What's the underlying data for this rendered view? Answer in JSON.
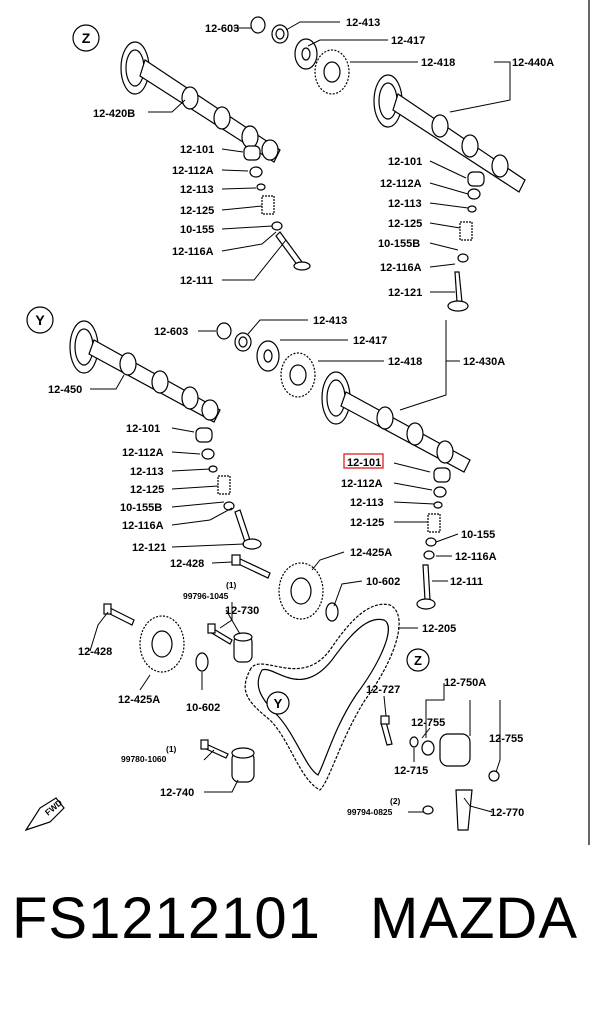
{
  "markers": {
    "z": "Z",
    "y": "Y",
    "fwd": "FWD"
  },
  "highlight_color": "#e03030",
  "callouts": {
    "c_12_603_top": "12-603",
    "c_12_413_top": "12-413",
    "c_12_417_top": "12-417",
    "c_12_418_top": "12-418",
    "c_12_440A": "12-440A",
    "c_12_420B": "12-420B",
    "c_12_101_l1": "12-101",
    "c_12_112A_l1": "12-112A",
    "c_12_113_l1": "12-113",
    "c_12_125_l1": "12-125",
    "c_10_155_l1": "10-155",
    "c_12_116A_l1": "12-116A",
    "c_12_111_l1": "12-111",
    "c_12_101_r1": "12-101",
    "c_12_112A_r1": "12-112A",
    "c_12_113_r1": "12-113",
    "c_12_125_r1": "12-125",
    "c_10_155B_r1": "10-155B",
    "c_12_116A_r1": "12-116A",
    "c_12_121_r1": "12-121",
    "c_12_603_mid": "12-603",
    "c_12_413_mid": "12-413",
    "c_12_417_mid": "12-417",
    "c_12_418_mid": "12-418",
    "c_12_430A": "12-430A",
    "c_12_450": "12-450",
    "c_12_101_l2": "12-101",
    "c_12_112A_l2": "12-112A",
    "c_12_113_l2": "12-113",
    "c_12_125_l2": "12-125",
    "c_10_155B_l2": "10-155B",
    "c_12_116A_l2": "12-116A",
    "c_12_121_l2": "12-121",
    "c_12_101_r2": "12-101",
    "c_12_112A_r2": "12-112A",
    "c_12_113_r2": "12-113",
    "c_12_125_r2": "12-125",
    "c_10_155_r2": "10-155",
    "c_12_116A_r2": "12-116A",
    "c_12_111_r2": "12-111",
    "c_12_428_a": "12-428",
    "c_12_425A_a": "12-425A",
    "c_1_a": "(1)",
    "c_99796_1045": "99796-1045",
    "c_12_730": "12-730",
    "c_10_602_a": "10-602",
    "c_12_205": "12-205",
    "c_12_428_b": "12-428",
    "c_12_425A_b": "12-425A",
    "c_10_602_b": "10-602",
    "c_12_727": "12-727",
    "c_12_750A": "12-750A",
    "c_12_755_a": "12-755",
    "c_12_755_b": "12-755",
    "c_12_715": "12-715",
    "c_1_b": "(1)",
    "c_99780_1060": "99780-1060",
    "c_12_740": "12-740",
    "c_2": "(2)",
    "c_99794_0825": "99794-0825",
    "c_12_770": "12-770"
  },
  "footer": {
    "part_number": "FS1212101",
    "brand": "MAZDA"
  }
}
